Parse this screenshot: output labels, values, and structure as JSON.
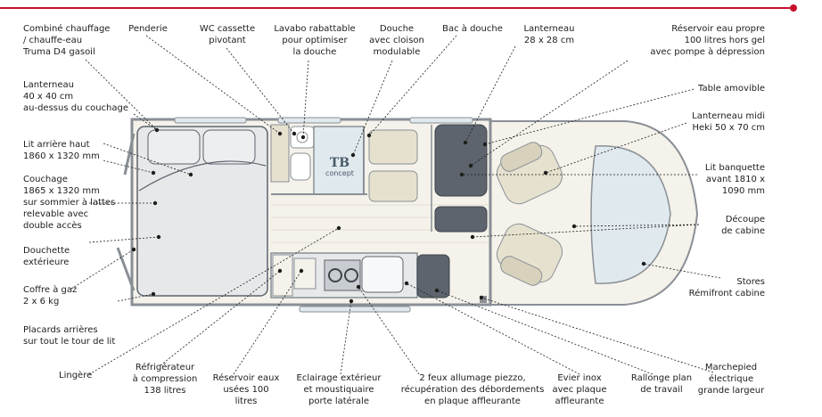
{
  "brand": {
    "mark": "TB",
    "word": "concept"
  },
  "colors": {
    "accent": "#c8102e",
    "leader": "#1d1d1b",
    "wall": "#8a8f96",
    "floor": "#f4f2ea",
    "cushion": "#e6e1cf",
    "upholstery": "#5d646d",
    "glass": "#dfe9ee"
  },
  "labels": {
    "heater": "Combiné chauffage\n/ chauffe-eau\nTruma D4 gasoil",
    "wardrobe": "Penderie",
    "wc": "WC cassette\npivotant",
    "sink_fold": "Lavabo rabattable\npour optimiser\nla douche",
    "shower": "Douche\navec cloison\nmodulable",
    "shower_tray": "Bac à douche",
    "skylight_small": "Lanterneau\n28 x 28 cm",
    "water_tank": "Réservoir eau propre\n100 litres hors gel\navec pompe à dépression",
    "skylight_bed": "Lanterneau\n40 x 40 cm\nau-dessus du couchage",
    "table": "Table amovible",
    "skylight_midi": "Lanterneau midi\nHeki 50 x 70 cm",
    "bed_high": "Lit arrière haut\n1860 x 1320 mm",
    "bench_bed": "Lit banquette\navant 1810 x\n1090 mm",
    "sleeping": "Couchage\n1865 x 1320 mm\nsur sommier à lattes\nrelevable avec\ndouble accès",
    "cab_cutout": "Découpe\nde cabine",
    "ext_shower": "Douchette\nextérieure",
    "blinds": "Stores\nRémifront cabine",
    "gas": "Coffre à gaz\n2 x 6 kg",
    "cupboards": "Placards arrières\nsur tout le tour de lit",
    "linen": "Lingère",
    "fridge": "Réfrigérateur\nà compression\n138 litres",
    "grey_tank": "Réservoir eaux\nusées 100\nlitres",
    "ext_light": "Eclairage extérieur\net moustiquaire\nporte latérale",
    "burners": "2 feux allumage piezzo,\nrécupération des débordements\nen plaque affleurante",
    "sink": "Evier inox\navec plaque\naffleurante",
    "worktop": "Rallonge plan\nde travail",
    "step": "Marchepied\nélectrique\ngrande largeur"
  }
}
